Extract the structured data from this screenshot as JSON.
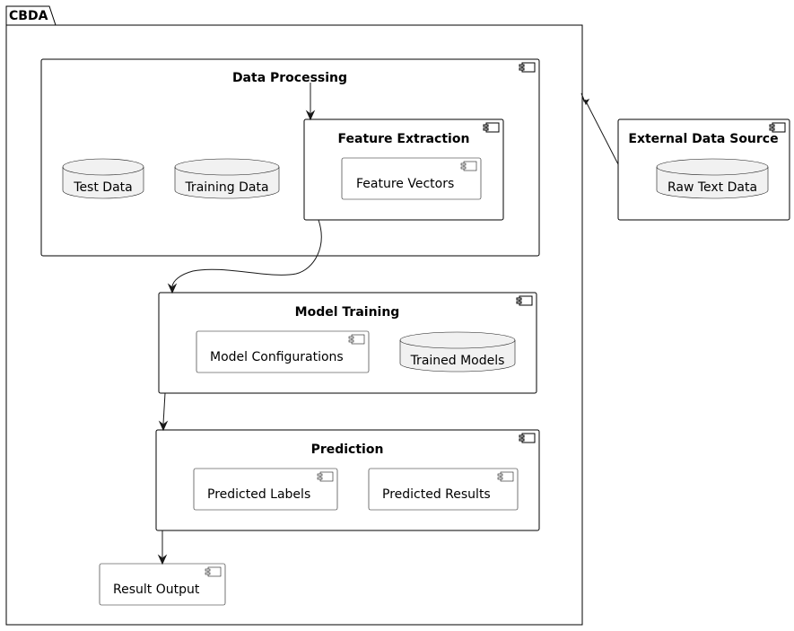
{
  "package": {
    "title": "CBDA"
  },
  "components": {
    "data_processing": "Data Processing",
    "feature_extraction": "Feature Extraction",
    "feature_vectors": "Feature Vectors",
    "model_training": "Model Training",
    "model_configurations": "Model Configurations",
    "prediction": "Prediction",
    "predicted_labels": "Predicted Labels",
    "predicted_results": "Predicted Results",
    "result_output": "Result Output",
    "external_data_source": "External Data Source"
  },
  "databases": {
    "test_data": "Test Data",
    "training_data": "Training Data",
    "trained_models": "Trained Models",
    "raw_text_data": "Raw Text Data"
  }
}
